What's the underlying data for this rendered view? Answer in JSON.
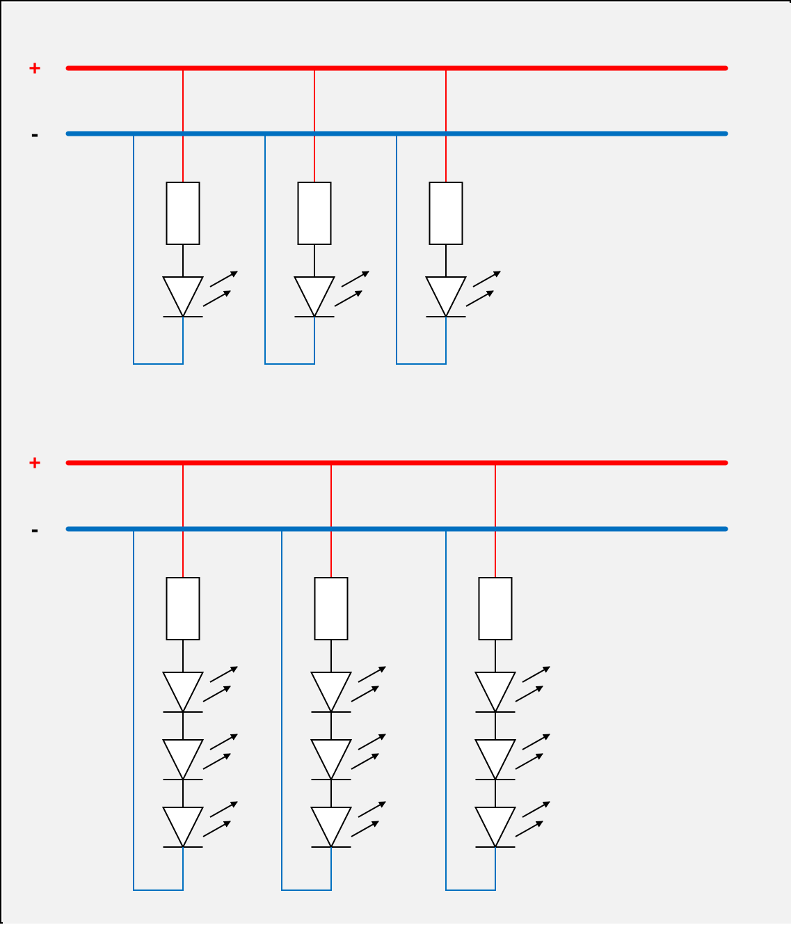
{
  "colors": {
    "background": "#f2f2f2",
    "positive": "#ff0000",
    "negative": "#0070c0",
    "component": "#000000",
    "component_fill": "#ffffff"
  },
  "circuits": [
    {
      "name": "top",
      "plus_label": "+",
      "minus_label": "-",
      "branches": [
        {
          "leds_in_series": 1,
          "components": [
            "resistor",
            "led"
          ]
        },
        {
          "leds_in_series": 1,
          "components": [
            "resistor",
            "led"
          ]
        },
        {
          "leds_in_series": 1,
          "components": [
            "resistor",
            "led"
          ]
        }
      ]
    },
    {
      "name": "bottom",
      "plus_label": "+",
      "minus_label": "-",
      "branches": [
        {
          "leds_in_series": 3,
          "components": [
            "resistor",
            "led",
            "led",
            "led"
          ]
        },
        {
          "leds_in_series": 3,
          "components": [
            "resistor",
            "led",
            "led",
            "led"
          ]
        },
        {
          "leds_in_series": 3,
          "components": [
            "resistor",
            "led",
            "led",
            "led"
          ]
        }
      ]
    }
  ]
}
